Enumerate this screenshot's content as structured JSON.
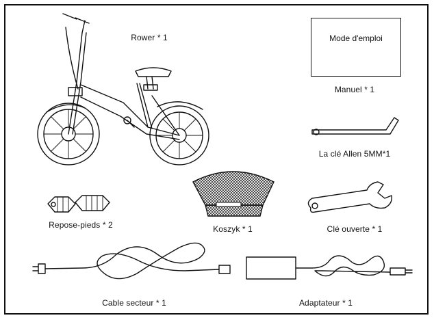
{
  "items": {
    "bike": "Rower * 1",
    "manual_cover": "Mode d'emploi",
    "manual": "Manuel * 1",
    "allen_key": "La clé Allen 5MM*1",
    "footrest": "Repose-pieds * 2",
    "basket": "Koszyk * 1",
    "wrench": "Clé ouverte * 1",
    "cable": "Cable secteur * 1",
    "adapter": "Adaptateur * 1"
  },
  "colors": {
    "line": "#111111",
    "background": "#ffffff"
  }
}
